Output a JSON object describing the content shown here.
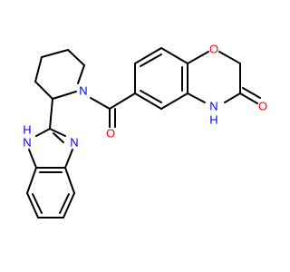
{
  "molecule": {
    "atom_labels": [
      {
        "id": "O_ring",
        "text": "O",
        "color": "#ff0000"
      },
      {
        "id": "O_lactam",
        "text": "O",
        "color": "#ff0000"
      },
      {
        "id": "NH_lactam",
        "text": "N",
        "sub": "H",
        "color": "#0000ff"
      },
      {
        "id": "O_carbonyl",
        "text": "O",
        "color": "#ff0000"
      },
      {
        "id": "N_piperidine",
        "text": "N",
        "color": "#0000ff"
      },
      {
        "id": "NH_imidazole",
        "text": "N",
        "sub": "H",
        "color": "#0000ff"
      },
      {
        "id": "N_imidazole",
        "text": "N",
        "color": "#0000ff"
      }
    ],
    "colors": {
      "bond": "#000000",
      "oxygen": "#ff0000",
      "nitrogen": "#0000ff",
      "background": "#ffffff"
    }
  }
}
